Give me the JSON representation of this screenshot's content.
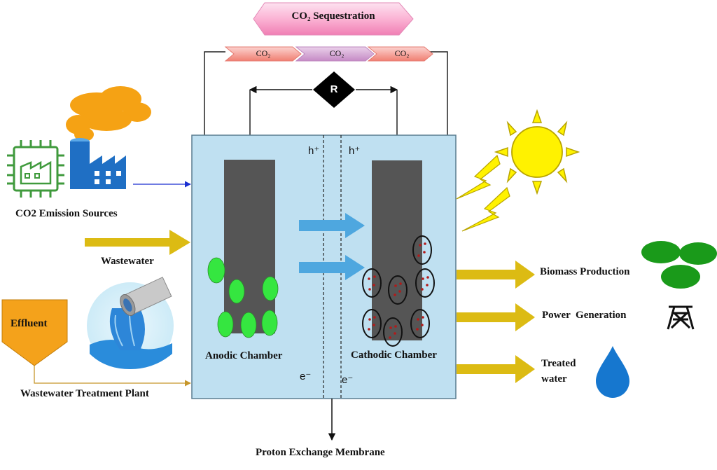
{
  "top": {
    "banner": "CO₂ Sequestration",
    "chevrons": [
      "CO₂",
      "CO₂",
      "CO₂"
    ],
    "resistor": "R"
  },
  "cell": {
    "anode_label": "Anodic Chamber",
    "cathode_label": "Cathodic Chamber",
    "h_left": "h⁺",
    "h_right": "h⁺",
    "e_left": "e⁻",
    "e_right": "e⁻",
    "membrane_label": "Proton Exchange Membrane"
  },
  "inputs": {
    "co2_sources": "CO2 Emission Sources",
    "wastewater": "Wastewater",
    "effluent": "Effluent",
    "treatment_plant": "Wastewater Treatment Plant"
  },
  "outputs": {
    "biomass": "Biomass Production",
    "power": "Power  Generation",
    "treated_line1": "Treated",
    "treated_line2": "water"
  },
  "colors": {
    "cell_fill": "#bfe0f1",
    "electrode": "#555555",
    "algae": "#35e640",
    "yellow_arrow": "#dcbb13",
    "blue_arrow": "#4ea7df",
    "banner": "#fbb3d4",
    "smoke": "#f5a214",
    "sun": "#fff200",
    "effluent": "#f4a21b",
    "factory_blue": "#1f6fc4",
    "circuit_green": "#3f9a3c",
    "leaf_green": "#1a9a1a",
    "drop_blue": "#1677cf"
  }
}
